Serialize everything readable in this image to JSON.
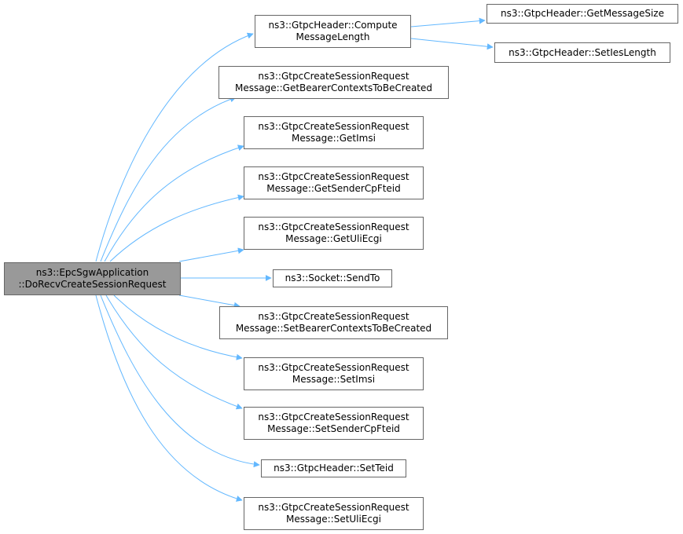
{
  "colors": {
    "edge": "#63b8ff",
    "border": "#666666",
    "root_fill": "#999999",
    "node_fill": "#ffffff"
  },
  "root": {
    "line1": "ns3::EpcSgwApplication",
    "line2": "::DoRecvCreateSessionRequest"
  },
  "nodes": [
    {
      "id": "compute",
      "line1": "ns3::GtpcHeader::Compute",
      "line2": "MessageLength"
    },
    {
      "id": "get-bearer",
      "line1": "ns3::GtpcCreateSessionRequest",
      "line2": "Message::GetBearerContextsToBeCreated"
    },
    {
      "id": "get-imsi",
      "line1": "ns3::GtpcCreateSessionRequest",
      "line2": "Message::GetImsi"
    },
    {
      "id": "get-sender",
      "line1": "ns3::GtpcCreateSessionRequest",
      "line2": "Message::GetSenderCpFteid"
    },
    {
      "id": "get-uli",
      "line1": "ns3::GtpcCreateSessionRequest",
      "line2": "Message::GetUliEcgi"
    },
    {
      "id": "sendto",
      "line1": "ns3::Socket::SendTo",
      "line2": ""
    },
    {
      "id": "set-bearer",
      "line1": "ns3::GtpcCreateSessionRequest",
      "line2": "Message::SetBearerContextsToBeCreated"
    },
    {
      "id": "set-imsi",
      "line1": "ns3::GtpcCreateSessionRequest",
      "line2": "Message::SetImsi"
    },
    {
      "id": "set-sender",
      "line1": "ns3::GtpcCreateSessionRequest",
      "line2": "Message::SetSenderCpFteid"
    },
    {
      "id": "set-teid",
      "line1": "ns3::GtpcHeader::SetTeid",
      "line2": ""
    },
    {
      "id": "set-uli",
      "line1": "ns3::GtpcCreateSessionRequest",
      "line2": "Message::SetUliEcgi"
    },
    {
      "id": "get-msgsize",
      "line1": "ns3::GtpcHeader::GetMessageSize",
      "line2": ""
    },
    {
      "id": "set-ieslength",
      "line1": "ns3::GtpcHeader::SetIesLength",
      "line2": ""
    }
  ]
}
